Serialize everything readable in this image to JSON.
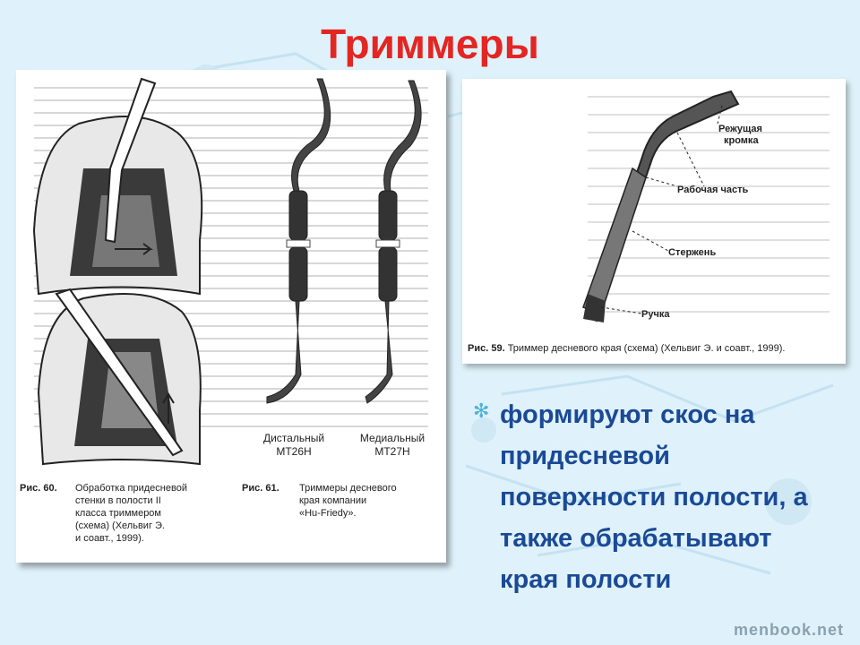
{
  "slide": {
    "title": "Триммеры",
    "bullet": "формируют скос на придесневой поверхности полости, а также обрабатывают края полости",
    "watermark": "menbook.net"
  },
  "fig60": {
    "num": "Рис. 60.",
    "lines": [
      "Обработка придесневой",
      "стенки в полости II",
      "класса триммером",
      "(схема) (Хельвиг Э.",
      "и соавт., 1999)."
    ]
  },
  "fig61": {
    "num": "Рис. 61.",
    "lines": [
      "Триммеры десневого",
      "края компании",
      "«Hu-Friedy»."
    ],
    "left_label": [
      "Дистальный",
      "MT26H"
    ],
    "right_label": [
      "Медиальный",
      "MT27H"
    ]
  },
  "fig59": {
    "num": "Рис. 59.",
    "text": "Триммер десневого края (схема) (Хельвиг Э. и соавт., 1999).",
    "labels": {
      "edge_1": "Режущая",
      "edge_2": "кромка",
      "working": "Рабочая часть",
      "shaft": "Стержень",
      "handle": "Ручка"
    }
  },
  "colors": {
    "title": "#e32622",
    "bullet_text": "#1a4a96",
    "bullet_icon": "#4fb3d9",
    "background": "#dff1fa"
  }
}
